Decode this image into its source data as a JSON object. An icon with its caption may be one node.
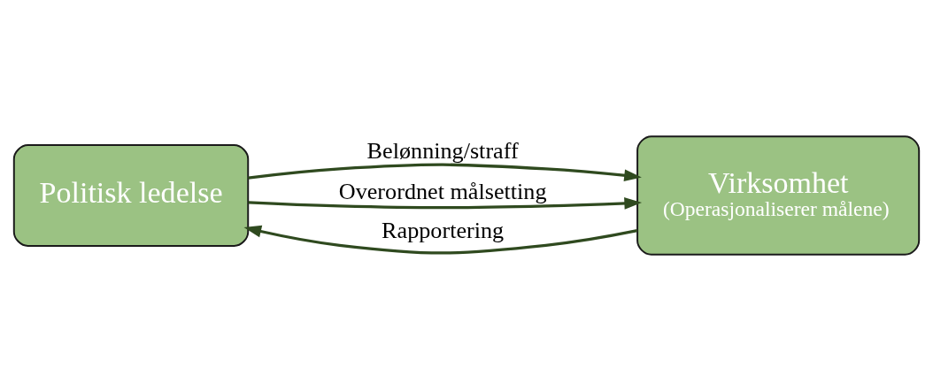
{
  "diagram": {
    "nodes": [
      {
        "text": [
          "Politisk ledelse"
        ]
      },
      {
        "text": [
          "Virksomhet",
          "(Operasjonaliserer målene)"
        ]
      }
    ],
    "edges": [
      {
        "from": 0,
        "to": 1,
        "arrow": "to",
        "label": "Belønning/straff"
      },
      {
        "from": 0,
        "to": 1,
        "arrow": "to",
        "label": "Overordnet målsetting"
      },
      {
        "from": 1,
        "to": 0,
        "arrow": "to",
        "label": "Rapportering"
      }
    ]
  }
}
